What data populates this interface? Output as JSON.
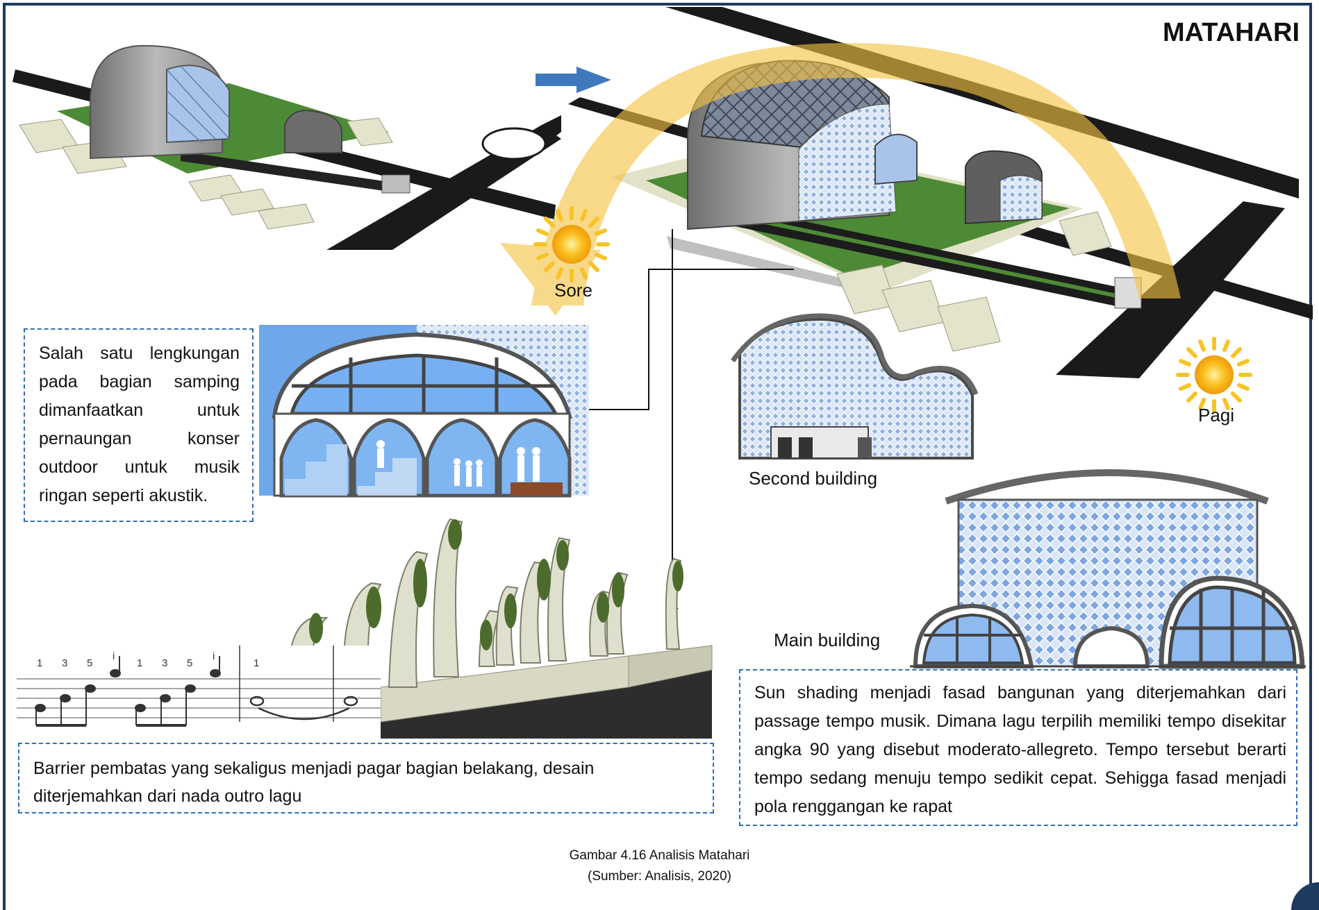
{
  "title": "MATAHARI",
  "sun_labels": {
    "afternoon": "Sore",
    "morning": "Pagi"
  },
  "building_labels": {
    "second": "Second building",
    "main": "Main building"
  },
  "notes": {
    "arch_note": "Salah satu lengkungan pada bagian samping dimanfaatkan untuk pernaungan konser outdoor untuk musik ringan seperti akustik.",
    "barrier_note": "Barrier pembatas yang sekaligus menjadi pagar bagian belakang, desain diterjemahkan dari nada outro lagu",
    "facade_note": "Sun shading menjadi fasad bangunan yang diterjemahkan dari passage tempo musik. Dimana lagu terpilih memiliki tempo disekitar angka 90 yang disebut moderato-allegreto. Tempo tersebut berarti tempo sedang menuju tempo sedikit cepat. Sehigga fasad menjadi pola renggangan ke rapat"
  },
  "notation": {
    "numbers": [
      "1",
      "3",
      "5",
      "i",
      "1",
      "3",
      "5",
      "i",
      "1"
    ]
  },
  "caption": {
    "line1": "Gambar 4.16 Analisis Matahari",
    "line2": "(Sumber: Analisis, 2020)"
  },
  "colors": {
    "frame": "#1e3a5f",
    "dashed_border": "#2f6fb3",
    "sun_arc": "#f5c242",
    "sun": "#f7b81a",
    "arrow": "#3f79bd",
    "lawn": "#4d8a35",
    "road": "#1a1a1a",
    "glass": "#8fb8ec"
  },
  "icons": [
    "sun-icon",
    "right-arrow-icon"
  ]
}
